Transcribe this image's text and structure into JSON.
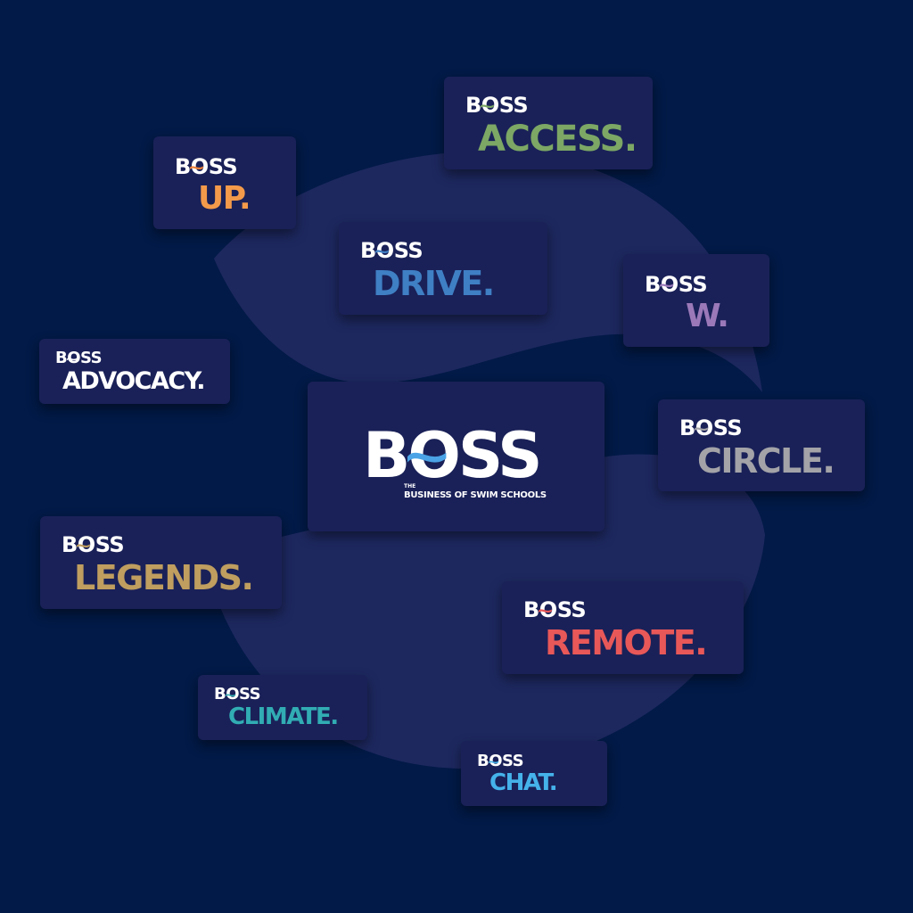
{
  "colors": {
    "background": "#021a47",
    "swoosh": "#1d285f",
    "card": "#1a2158",
    "white": "#ffffff"
  },
  "main": {
    "brand": "BOSS",
    "tagline_small": "THE",
    "tagline": "BUSINESS OF SWIM SCHOOLS"
  },
  "cards": {
    "access": {
      "brand": "BOSS",
      "word": "ACCESS.",
      "color": "#7ca765",
      "swoosh_color": "#7ca765"
    },
    "up": {
      "brand": "BOSS",
      "word": "UP.",
      "color": "#f39a4a",
      "swoosh_color": "#f0823a"
    },
    "drive": {
      "brand": "BOSS",
      "word": "DRIVE.",
      "color": "#3f7fc4",
      "swoosh_color": "#3f7fc4"
    },
    "w": {
      "brand": "BOSS",
      "word": "W.",
      "color": "#9b79b9",
      "swoosh_color": "#9b79b9"
    },
    "advocacy": {
      "brand": "BOSS",
      "word": "ADVOCACY.",
      "color": "#ffffff",
      "swoosh_color": "#ffffff"
    },
    "circle": {
      "brand": "BOSS",
      "word": "CIRCLE.",
      "color": "#a3a3a8",
      "swoosh_color": "#a3a3a8"
    },
    "legends": {
      "brand": "BOSS",
      "word": "LEGENDS.",
      "color": "#bf9e5f",
      "swoosh_color": "#bf9e5f"
    },
    "remote": {
      "brand": "BOSS",
      "word": "REMOTE.",
      "color": "#e85858",
      "swoosh_color": "#e85858"
    },
    "climate": {
      "brand": "BOSS",
      "word": "CLIMATE.",
      "color": "#31adb3",
      "swoosh_color": "#31adb3"
    },
    "chat": {
      "brand": "BOSS",
      "word": "CHAT.",
      "color": "#45b2ea",
      "swoosh_color": "#45b2ea"
    }
  }
}
